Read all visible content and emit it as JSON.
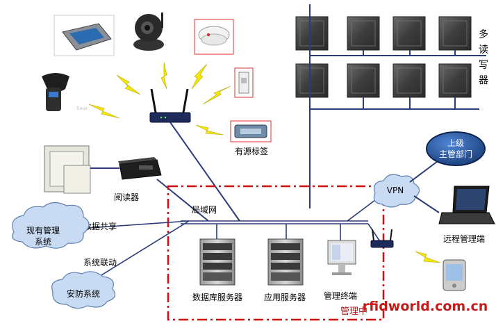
{
  "labels": {
    "readers_vertical": [
      "多",
      "读",
      "写",
      "器"
    ],
    "active_tag": "有源标签",
    "reader": "阅读器",
    "lan": "局域网",
    "data_sharing": "数据共享",
    "linkage": "系统联动",
    "existing_system": [
      "现有管理",
      "系统"
    ],
    "security_system": "安防系统",
    "vpn": "VPN",
    "superior_dept": [
      "上级",
      "主管部门"
    ],
    "remote_terminal": "远程管理端",
    "db_server": "数据库服务器",
    "app_server": "应用服务器",
    "mgmt_terminal": "管理终端",
    "mgmt_center_partial": "管理中",
    "watermark": "rfidworld.com.cn"
  },
  "colors": {
    "line": "#2b3a7a",
    "dash_box": "#d01010",
    "cloud_fill": "#c8dbf2",
    "cloud_stroke": "#5d7fb3",
    "bubble_fill": "#2c5aa0",
    "bolt": "#f5e800",
    "reader_panel": "#4a4a4a"
  }
}
